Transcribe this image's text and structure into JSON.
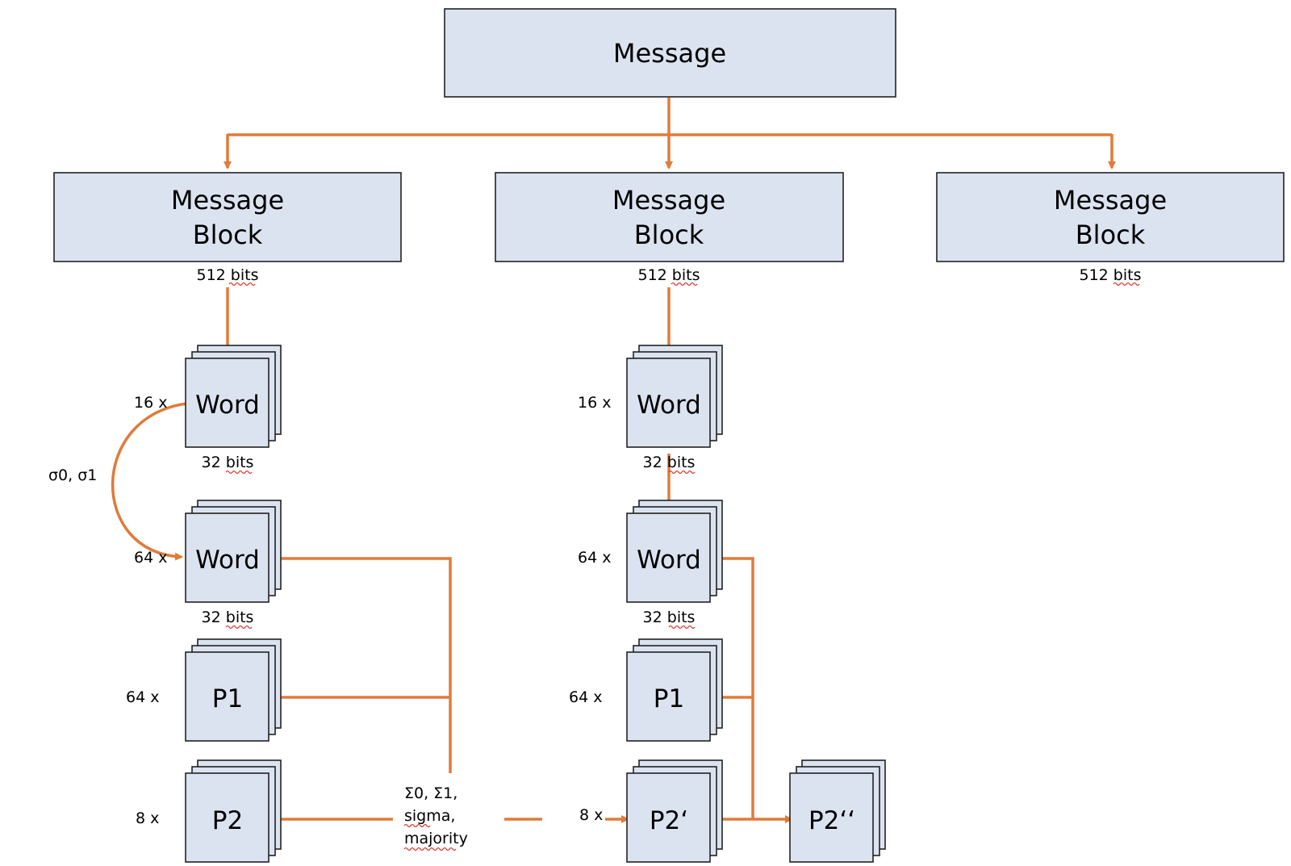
{
  "message": "Message",
  "block1": {
    "line1": "Message",
    "line2": "Block",
    "bits": "512 bits"
  },
  "block2": {
    "line1": "Message",
    "line2": "Block",
    "bits": "512 bits"
  },
  "block3": {
    "line1": "Message",
    "line2": "Block",
    "bits": "512 bits"
  },
  "left": {
    "word16": {
      "label": "Word",
      "count": "16 x",
      "bits": "32 bits"
    },
    "sigma_small": "σ0, σ1",
    "word64": {
      "label": "Word",
      "count": "64 x",
      "bits": "32 bits"
    },
    "p1": {
      "label": "P1",
      "count": "64 x"
    },
    "p2": {
      "label": "P2",
      "count": "8 x"
    }
  },
  "ops": {
    "line1": "Σ0,  Σ1,",
    "line2": "sigma,",
    "line3": "majority"
  },
  "mid": {
    "word16": {
      "label": "Word",
      "count": "16 x",
      "bits": "32 bits"
    },
    "word64": {
      "label": "Word",
      "count": "64 x",
      "bits": "32 bits"
    },
    "p1": {
      "label": "P1",
      "count": "64 x"
    },
    "p2a": {
      "label": "P2‘",
      "count": "8 x"
    },
    "p2b": {
      "label": "P2‘‘"
    }
  },
  "colors": {
    "arrow": "#E07B39",
    "box_fill": "#DCE3F0",
    "border": "#222222",
    "spell_underline": "#d9362b"
  }
}
